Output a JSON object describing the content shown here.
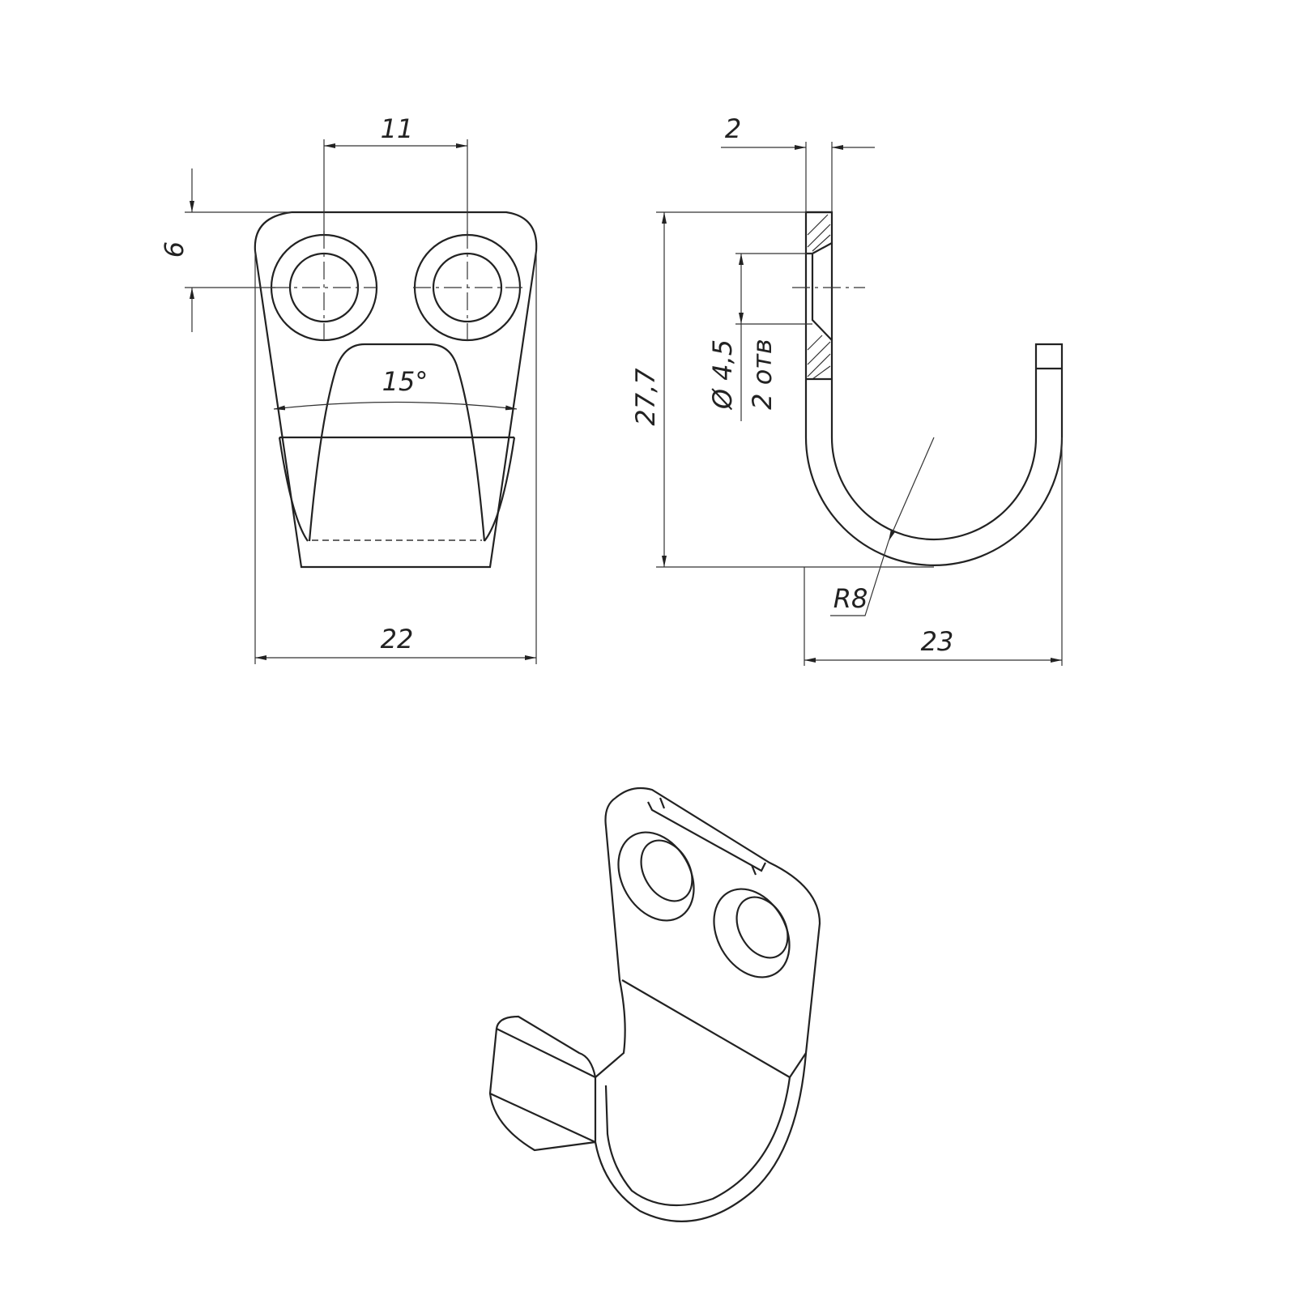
{
  "dimensions": {
    "hole_spacing": "11",
    "hole_offset": "6",
    "taper_angle": "15°",
    "width": "22",
    "thickness": "2",
    "height": "27,7",
    "hole_diameter": "Ø 4,5",
    "hole_count": "2 отв",
    "bend_radius": "R8",
    "depth": "23"
  }
}
